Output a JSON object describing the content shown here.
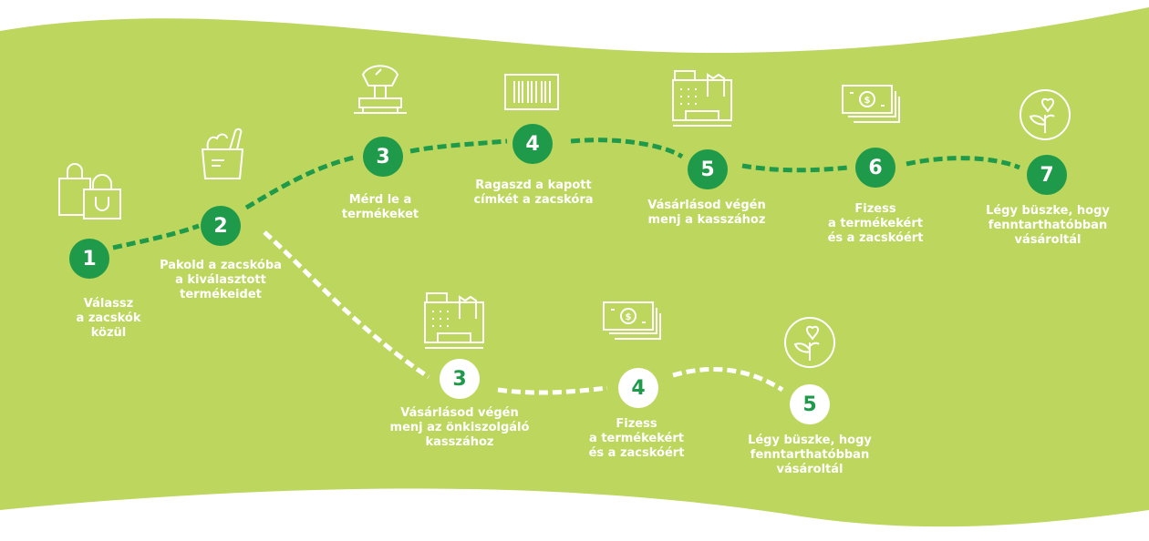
{
  "colors": {
    "background": "#bcd65e",
    "accent_green": "#1e9a4a",
    "white": "#ffffff"
  },
  "top_route": [
    {
      "number": "1",
      "label": "Válassz\na zacskók\nközül",
      "icon": "shopping-bags-icon"
    },
    {
      "number": "2",
      "label": "Pakold a zacskóba\na kiválasztott\ntermékeidet",
      "icon": "grocery-bag-icon"
    },
    {
      "number": "3",
      "label": "Mérd le a\ntermékeket",
      "icon": "scale-icon"
    },
    {
      "number": "4",
      "label": "Ragaszd a kapott\ncímkét a zacskóra",
      "icon": "barcode-icon"
    },
    {
      "number": "5",
      "label": "Vásárlásod végén\nmenj a kasszához",
      "icon": "cash-register-icon"
    },
    {
      "number": "6",
      "label": "Fizess\na termékekért\nés a zacskóért",
      "icon": "banknotes-icon"
    },
    {
      "number": "7",
      "label": "Légy büszke, hogy\nfenntarthatóbban\nvásároltál",
      "icon": "sprout-heart-icon"
    }
  ],
  "bottom_route": [
    {
      "number": "3",
      "label": "Vásárlásod végén\nmenj az önkiszolgáló\nkasszához",
      "icon": "cash-register-icon"
    },
    {
      "number": "4",
      "label": "Fizess\na termékekért\nés a zacskóért",
      "icon": "banknotes-icon"
    },
    {
      "number": "5",
      "label": "Légy büszke, hogy\nfenntarthatóbban\nvásároltál",
      "icon": "sprout-heart-icon"
    }
  ]
}
